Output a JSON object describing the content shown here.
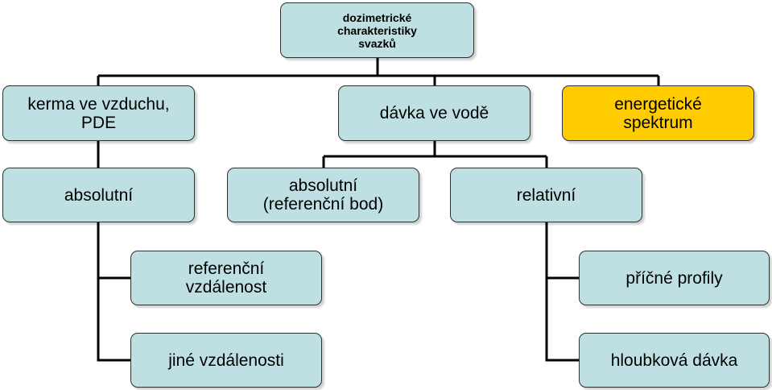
{
  "diagram": {
    "root": {
      "label": "dozimetrické\ncharakteristiky\nsvazků"
    },
    "level1": [
      {
        "label": "kerma ve vzduchu,\nPDE"
      },
      {
        "label": "dávka ve vodě"
      },
      {
        "label": "energetické\nspektrum",
        "highlight_color": "#ffcc00"
      }
    ],
    "level2": [
      {
        "label": "absolutní"
      },
      {
        "label": "absolutní\n(referenční bod)"
      },
      {
        "label": "relativní"
      }
    ],
    "level3_left": [
      {
        "label": "referenční\nvzdálenost"
      },
      {
        "label": "jiné vzdálenosti"
      }
    ],
    "level3_right": [
      {
        "label": "příčné profily"
      },
      {
        "label": "hloubková dávka"
      }
    ]
  },
  "colors": {
    "node_fill": "#bfe0e2",
    "highlight_fill": "#ffcc00",
    "border": "#2f2f2f",
    "connector": "#000000"
  }
}
